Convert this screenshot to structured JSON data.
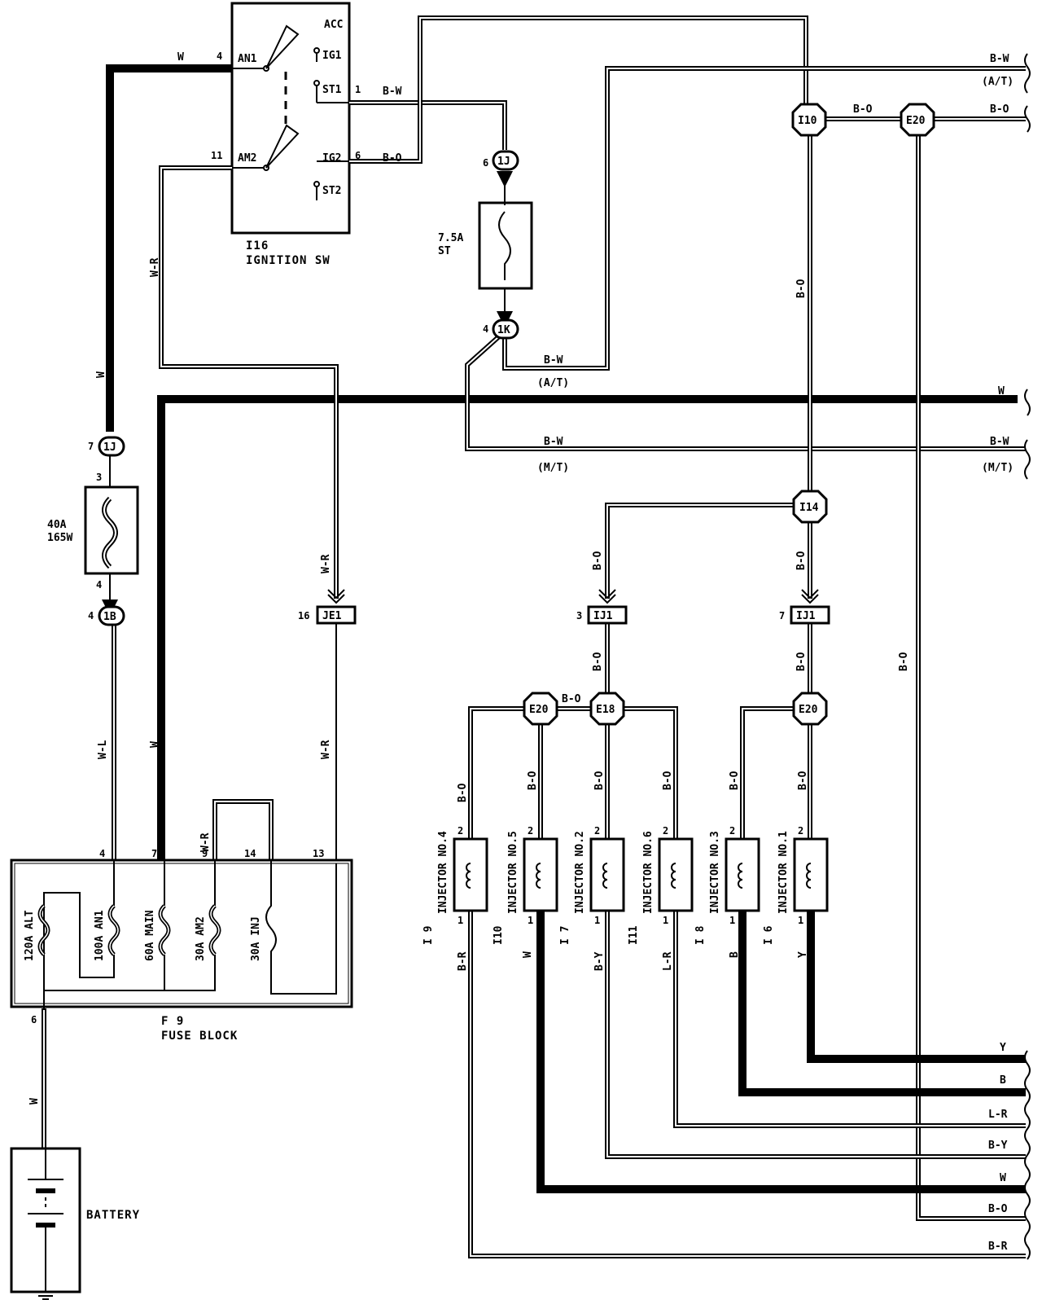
{
  "ignition_switch": {
    "id": "I16",
    "name": "IGNITION SW",
    "terminals": [
      "ACC",
      "IG1",
      "ST1",
      "AN1",
      "AM2",
      "IG2",
      "ST2"
    ],
    "pins": {
      "an1": "4",
      "am2": "11",
      "st1": "1",
      "ig2": "6"
    }
  },
  "st_fuse": {
    "rating": "7.5A",
    "name": "ST",
    "pin_top": "6",
    "pin_bottom": "4"
  },
  "fusible_link": {
    "rating": "40A",
    "size": "165W",
    "pin_top": "3",
    "pin_bottom": "4",
    "conn_top_pin": "7",
    "conn_bottom_pin": "4"
  },
  "connectors": {
    "c_1j_top": "1J",
    "c_1k": "1K",
    "c_1j_left": "1J",
    "c_1b": "1B",
    "c_je1": "JE1",
    "c_je1_pin": "16",
    "c_ij1_left": "IJ1",
    "c_ij1_left_pin": "3",
    "c_ij1_right": "IJ1",
    "c_ij1_right_pin": "7",
    "i10": "I10",
    "e20_top": "E20",
    "i14": "I14",
    "e20_a": "E20",
    "e18": "E18",
    "e20_b": "E20"
  },
  "fuse_block": {
    "id": "F 9",
    "name": "FUSE BLOCK",
    "fuses": [
      "120A ALT",
      "100A AN1",
      "60A MAIN",
      "30A AM2",
      "30A INJ"
    ],
    "pins": [
      "4",
      "7",
      "9",
      "14",
      "13"
    ],
    "bottom_pin": "6"
  },
  "battery": {
    "label": "BATTERY"
  },
  "wire_colors": {
    "w": "W",
    "w_r": "W-R",
    "w_l": "W-L",
    "b_w": "B-W",
    "b_o": "B-O",
    "at": "(A/T)",
    "mt": "(M/T)"
  },
  "injectors": [
    {
      "id": "I 9",
      "name": "INJECTOR NO.4",
      "wire_in": "B-O",
      "wire_out": "B-R",
      "pin_top": "2",
      "pin_bottom": "1"
    },
    {
      "id": "I10",
      "name": "INJECTOR NO.5",
      "wire_in": "B-O",
      "wire_out": "W",
      "pin_top": "2",
      "pin_bottom": "1"
    },
    {
      "id": "I 7",
      "name": "INJECTOR NO.2",
      "wire_in": "B-O",
      "wire_out": "B-Y",
      "pin_top": "2",
      "pin_bottom": "1"
    },
    {
      "id": "I11",
      "name": "INJECTOR NO.6",
      "wire_in": "B-O",
      "wire_out": "L-R",
      "pin_top": "2",
      "pin_bottom": "1"
    },
    {
      "id": "I 8",
      "name": "INJECTOR NO.3",
      "wire_in": "B-O",
      "wire_out": "B",
      "pin_top": "2",
      "pin_bottom": "1"
    },
    {
      "id": "I 6",
      "name": "INJECTOR NO.1",
      "wire_in": "B-O",
      "wire_out": "Y",
      "pin_top": "2",
      "pin_bottom": "1"
    }
  ],
  "right_edge_labels": {
    "bw_at": "B-W",
    "at": "(A/T)",
    "bo_top": "B-O",
    "w_mid": "W",
    "bw_mt": "B-W",
    "mt": "(M/T)",
    "y": "Y",
    "b": "B",
    "lr": "L-R",
    "by": "B-Y",
    "w_low": "W",
    "bo_low": "B-O",
    "br": "B-R"
  }
}
